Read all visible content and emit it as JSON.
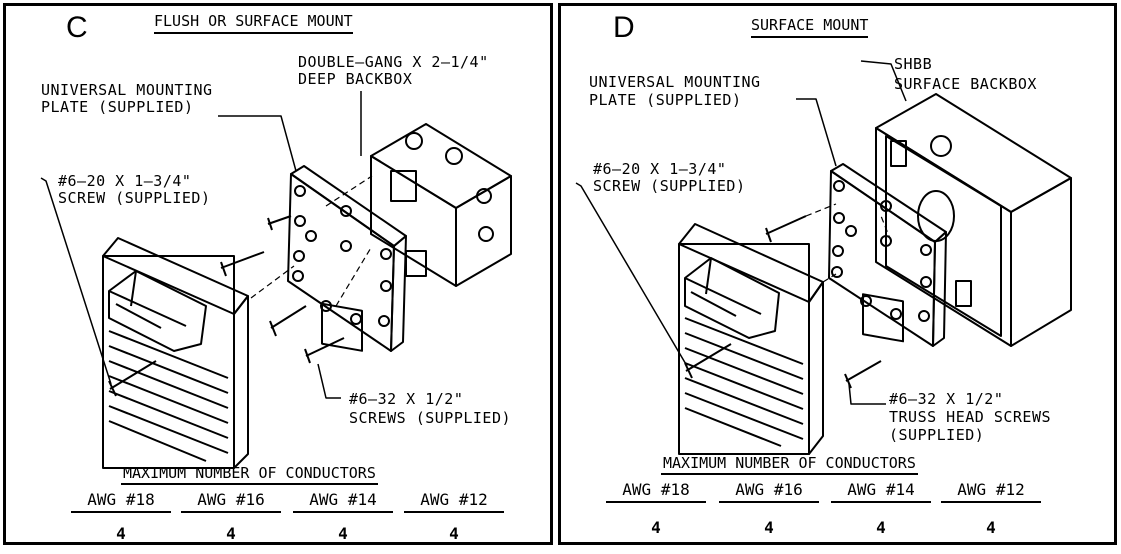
{
  "panel_c": {
    "letter": "C",
    "title": "FLUSH OR SURFACE MOUNT",
    "labels": {
      "backbox": [
        "DOUBLE—GANG X 2—1/4\"",
        "DEEP BACKBOX"
      ],
      "plate": [
        "UNIVERSAL MOUNTING",
        "PLATE (SUPPLIED)"
      ],
      "long_screw": [
        "#6—20 X 1—3/4\"",
        "SCREW (SUPPLIED)"
      ],
      "short_screws": [
        "#6—32 X 1/2\"",
        "SCREWS (SUPPLIED)"
      ]
    },
    "table": {
      "caption": "MAXIMUM NUMBER OF CONDUCTORS",
      "headers": [
        "AWG #18",
        "AWG #16",
        "AWG #14",
        "AWG #12"
      ],
      "values": [
        "4",
        "4",
        "4",
        "4"
      ]
    }
  },
  "panel_d": {
    "letter": "D",
    "title": "SURFACE MOUNT",
    "labels": {
      "backbox": [
        "SHBB",
        "SURFACE BACKBOX"
      ],
      "plate": [
        "UNIVERSAL MOUNTING",
        "PLATE (SUPPLIED)"
      ],
      "long_screw": [
        "#6—20 X 1—3/4\"",
        "SCREW (SUPPLIED)"
      ],
      "short_screws": [
        "#6—32 X 1/2\"",
        "TRUSS HEAD SCREWS",
        "(SUPPLIED)"
      ]
    },
    "table": {
      "caption": "MAXIMUM NUMBER OF CONDUCTORS",
      "headers": [
        "AWG #18",
        "AWG #16",
        "AWG #14",
        "AWG #12"
      ],
      "values": [
        "4",
        "4",
        "4",
        "4"
      ]
    }
  }
}
